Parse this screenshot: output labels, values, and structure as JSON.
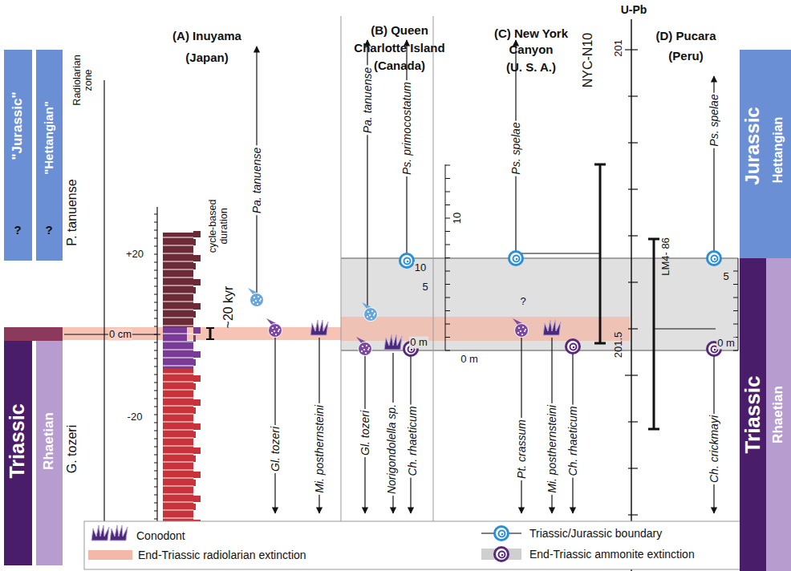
{
  "diagram": {
    "nodes": [
      {
        "text": [
          "\"Jurassic\"",
          "?"
        ]
      },
      {
        "text": [
          "\"Hettangian\"",
          "?"
        ]
      },
      {
        "text": [
          "Triassic"
        ]
      },
      {
        "text": [
          "Rhaetian"
        ]
      },
      {
        "text": [
          "Jurassic"
        ]
      },
      {
        "text": [
          "Hettangian"
        ]
      },
      {
        "text": [
          "Triassic"
        ]
      },
      {
        "text": [
          "Rhaetian"
        ]
      }
    ],
    "labels": [
      "Radiolarian zone",
      "P. tanuense",
      "G. tozeri",
      "(A) Inuyama",
      "(Japan)",
      "+20",
      "0 cm",
      "-20",
      "cycle-based duration",
      "~20 kyr",
      "Pa. tanuense",
      "Gl. tozeri",
      "Mi. posthernsteini",
      "(B) Queen",
      "Charlotte Island",
      "(Canada)",
      "Pa. tanuense",
      "Ps. primocostatum",
      "Gl. tozeri",
      "Norigondolella sp.",
      "Ch. rhaeticum",
      "10",
      "5",
      "0 m",
      "(C) New York",
      "Canyon",
      "(U. S. A.)",
      "10",
      "Ps. spelae",
      "?",
      "Pt. crassum",
      "Mi. posthernsteini",
      "Ch. rhaeticum",
      "0 m",
      "NYC-N10",
      "U-Pb",
      "201",
      "201.5",
      "(D) Pucara",
      "(Peru)",
      "LM4- 86",
      "Ps. spelae",
      "Ch. crickmayi",
      "5",
      "0 m"
    ],
    "legend": [
      {
        "text": "Conodont"
      },
      {
        "text": "End-Triassic radiolarian extinction",
        "color": "#f4b8a8"
      },
      {
        "text": "Triassic/Jurassic boundary"
      },
      {
        "text": "End-Triassic ammonite extinction",
        "color": "#cfcfcf"
      }
    ]
  }
}
